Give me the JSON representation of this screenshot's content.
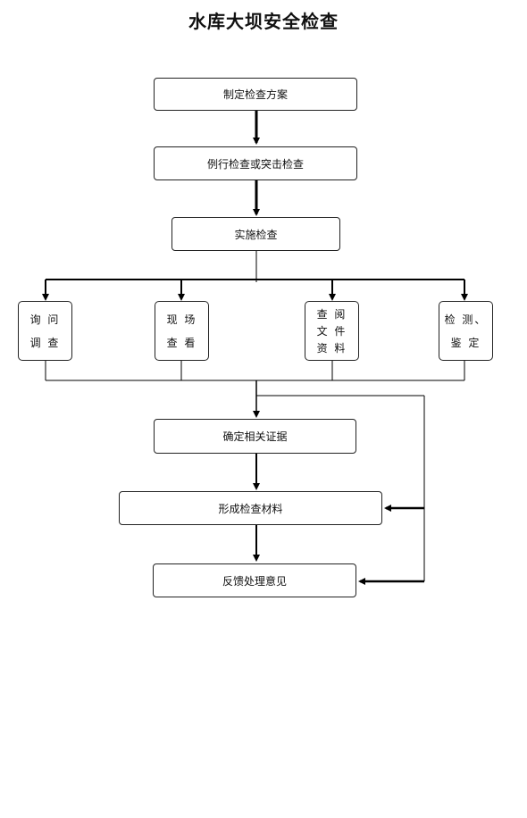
{
  "title": "水库大坝安全检查",
  "steps": {
    "plan": "制定检查方案",
    "routine": "例行检查或突击检查",
    "implement": "实施检查",
    "evidence": "确定相关证据",
    "materials": "形成检查材料",
    "feedback": "反馈处理意见"
  },
  "methods": {
    "inquiry": [
      "询 问",
      "调 查"
    ],
    "site": [
      "现 场",
      "查 看"
    ],
    "documents": [
      "查 阅",
      "文 件",
      "资 料"
    ],
    "testing": [
      "检 测、",
      "鉴 定"
    ]
  }
}
